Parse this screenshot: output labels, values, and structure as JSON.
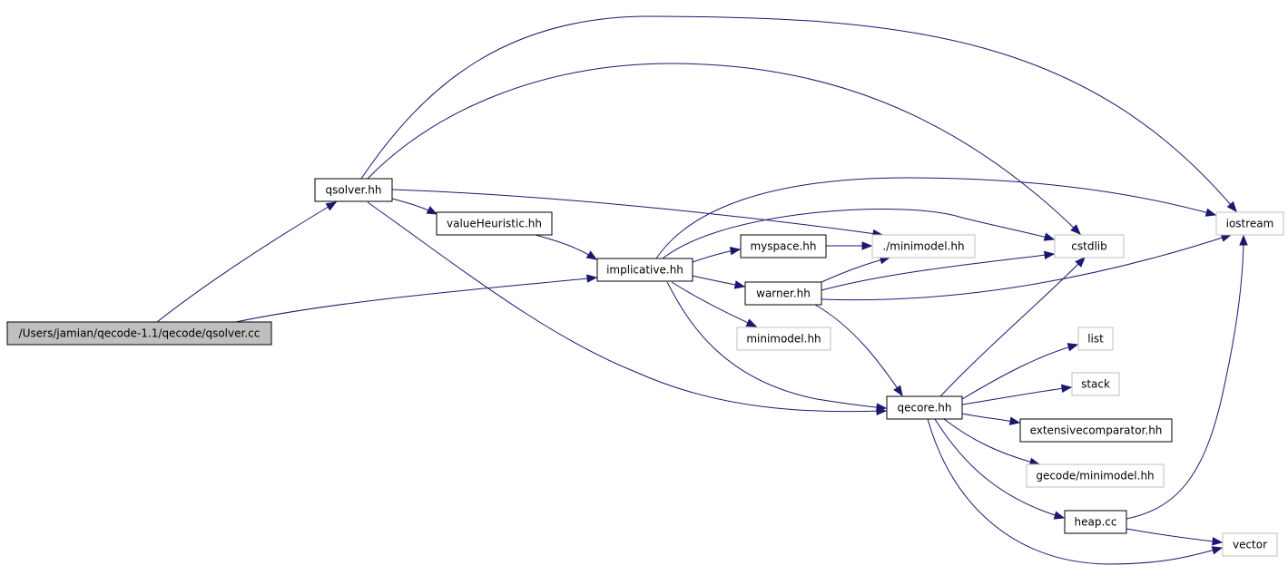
{
  "colors": {
    "edge": "#191970",
    "root_fill": "#bfbfbf",
    "documented_border": "#000000",
    "undocumented_border": "#bfbfbf"
  },
  "nodes": [
    {
      "id": "root",
      "label": "/Users/jamian/qecode-1.1/qecode/qsolver.cc",
      "style": "root"
    },
    {
      "id": "qsolver",
      "label": "qsolver.hh",
      "style": "documented"
    },
    {
      "id": "valueHeuristic",
      "label": "valueHeuristic.hh",
      "style": "documented"
    },
    {
      "id": "implicative",
      "label": "implicative.hh",
      "style": "documented"
    },
    {
      "id": "myspace",
      "label": "myspace.hh",
      "style": "documented"
    },
    {
      "id": "warner",
      "label": "warner.hh",
      "style": "documented"
    },
    {
      "id": "dotminimodel",
      "label": "./minimodel.hh",
      "style": "external"
    },
    {
      "id": "cstdlib",
      "label": "cstdlib",
      "style": "external"
    },
    {
      "id": "iostream",
      "label": "iostream",
      "style": "external"
    },
    {
      "id": "minimodel",
      "label": "minimodel.hh",
      "style": "external"
    },
    {
      "id": "qecore",
      "label": "qecore.hh",
      "style": "documented"
    },
    {
      "id": "list",
      "label": "list",
      "style": "external"
    },
    {
      "id": "stack",
      "label": "stack",
      "style": "external"
    },
    {
      "id": "extensive",
      "label": "extensivecomparator.hh",
      "style": "documented"
    },
    {
      "id": "gecodemini",
      "label": "gecode/minimodel.hh",
      "style": "external"
    },
    {
      "id": "heap",
      "label": "heap.cc",
      "style": "documented"
    },
    {
      "id": "vector",
      "label": "vector",
      "style": "external"
    }
  ],
  "edges": [
    {
      "from": "root",
      "to": "qsolver"
    },
    {
      "from": "root",
      "to": "implicative"
    },
    {
      "from": "qsolver",
      "to": "iostream"
    },
    {
      "from": "qsolver",
      "to": "cstdlib"
    },
    {
      "from": "qsolver",
      "to": "dotminimodel"
    },
    {
      "from": "qsolver",
      "to": "valueHeuristic"
    },
    {
      "from": "qsolver",
      "to": "qecore"
    },
    {
      "from": "valueHeuristic",
      "to": "implicative"
    },
    {
      "from": "implicative",
      "to": "iostream"
    },
    {
      "from": "implicative",
      "to": "cstdlib"
    },
    {
      "from": "implicative",
      "to": "myspace"
    },
    {
      "from": "implicative",
      "to": "warner"
    },
    {
      "from": "implicative",
      "to": "minimodel"
    },
    {
      "from": "implicative",
      "to": "qecore"
    },
    {
      "from": "myspace",
      "to": "dotminimodel"
    },
    {
      "from": "warner",
      "to": "dotminimodel"
    },
    {
      "from": "warner",
      "to": "cstdlib"
    },
    {
      "from": "warner",
      "to": "iostream"
    },
    {
      "from": "warner",
      "to": "qecore"
    },
    {
      "from": "qecore",
      "to": "cstdlib"
    },
    {
      "from": "qecore",
      "to": "list"
    },
    {
      "from": "qecore",
      "to": "stack"
    },
    {
      "from": "qecore",
      "to": "extensive"
    },
    {
      "from": "qecore",
      "to": "gecodemini"
    },
    {
      "from": "qecore",
      "to": "heap"
    },
    {
      "from": "qecore",
      "to": "vector"
    },
    {
      "from": "heap",
      "to": "iostream"
    },
    {
      "from": "heap",
      "to": "vector"
    }
  ]
}
